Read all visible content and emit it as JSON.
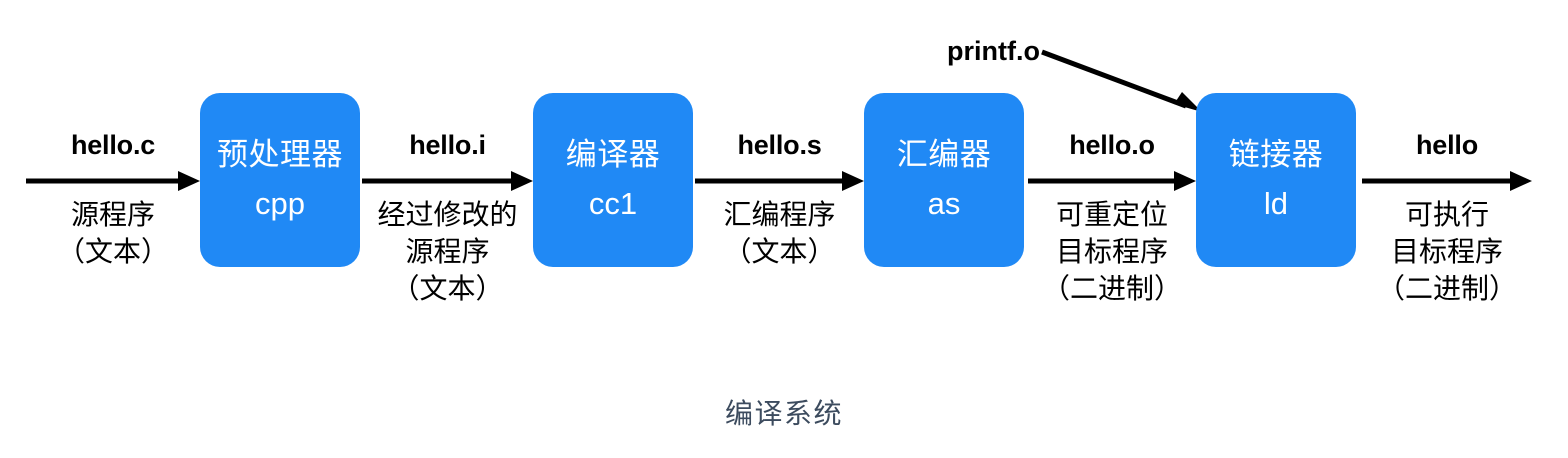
{
  "diagram": {
    "caption": "编译系统",
    "caption_color": "#3c4b5e",
    "box_color": "#2089f5",
    "line_color": "#000000",
    "background": "#ffffff"
  },
  "annotation": {
    "label": "printf.o",
    "arrow_icon": "diagonal-arrow-icon",
    "target": "链接器 ld"
  },
  "stages": [
    {
      "title_cn": "预处理器",
      "title_en": "cpp"
    },
    {
      "title_cn": "编译器",
      "title_en": "cc1"
    },
    {
      "title_cn": "汇编器",
      "title_en": "as"
    },
    {
      "title_cn": "链接器",
      "title_en": "ld"
    }
  ],
  "edges": [
    {
      "file": "hello.c",
      "desc": [
        "源程序",
        "（文本）"
      ]
    },
    {
      "file": "hello.i",
      "desc": [
        "经过修改的",
        "源程序",
        "（文本）"
      ]
    },
    {
      "file": "hello.s",
      "desc": [
        "汇编程序",
        "（文本）"
      ]
    },
    {
      "file": "hello.o",
      "desc": [
        "可重定位",
        "目标程序",
        "（二进制）"
      ]
    },
    {
      "file": "hello",
      "desc": [
        "可执行",
        "目标程序",
        "（二进制）"
      ]
    }
  ]
}
